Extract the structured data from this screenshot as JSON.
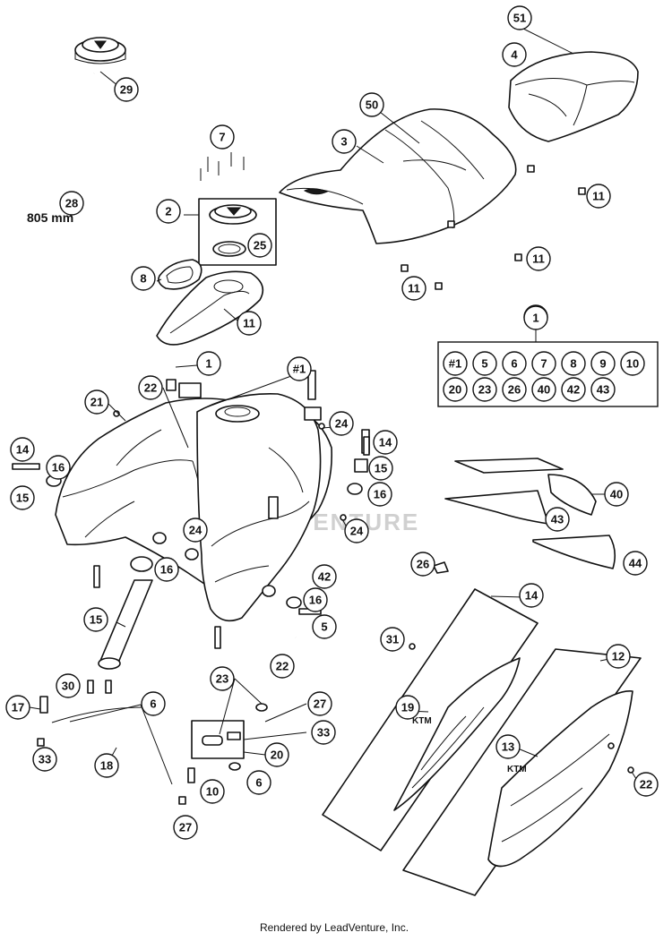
{
  "watermark": "VENTURE",
  "hose_length_label": "805 mm",
  "footer": "Rendered by LeadVenture, Inc.",
  "kit_header": "1",
  "kit_row1": [
    "#1",
    "5",
    "6",
    "7",
    "8",
    "9",
    "10"
  ],
  "kit_row2": [
    "20",
    "23",
    "26",
    "40",
    "42",
    "43"
  ],
  "callouts": [
    "51",
    "4",
    "29",
    "50",
    "3",
    "7",
    "28",
    "2",
    "25",
    "11",
    "11",
    "8",
    "11",
    "11",
    "9",
    "1",
    "22",
    "#1",
    "21",
    "24",
    "24",
    "14",
    "16",
    "14",
    "15",
    "15",
    "16",
    "24",
    "40",
    "43",
    "16",
    "26",
    "44",
    "42",
    "16",
    "15",
    "5",
    "14",
    "31",
    "22",
    "12",
    "30",
    "23",
    "27",
    "17",
    "6",
    "19",
    "33",
    "18",
    "20",
    "13",
    "33",
    "10",
    "6",
    "27",
    "22",
    "10"
  ]
}
